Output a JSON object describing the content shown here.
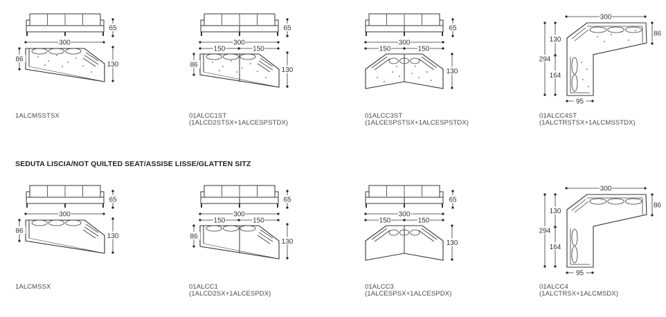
{
  "section_heading": "SEDUTA LISCIA/NOT QUILTED SEAT/ASSISE LISSE/GLATTEN SITZ",
  "rows": [
    {
      "quilted": true,
      "items": [
        {
          "type": "single",
          "code": "1ALCMSSTSX",
          "composition": "",
          "dims": {
            "height": "65",
            "width": "300",
            "depth": "86",
            "total_depth": "130"
          }
        },
        {
          "type": "double",
          "code": "01ALCC1ST",
          "composition": "(1ALCD2STSX+1ALCESPSTDX)",
          "dims": {
            "height": "65",
            "width": "300",
            "half_left": "150",
            "half_right": "150",
            "depth": "86",
            "total_depth": "130"
          }
        },
        {
          "type": "corner-v",
          "code": "01ALCC3ST",
          "composition": "(1ALCESPSTSX+1ALCESPSTDX)",
          "dims": {
            "height": "65",
            "width": "300",
            "half_left": "150",
            "half_right": "150",
            "total_depth": "130"
          }
        },
        {
          "type": "corner-l",
          "code": "01ALCC4ST",
          "composition": "(1ALCTRSTSX+1ALCMSSTDX)",
          "dims": {
            "width": "300",
            "depth": "86",
            "total_length": "294",
            "upper": "130",
            "lower": "164",
            "chaise_width": "95"
          }
        }
      ]
    },
    {
      "quilted": false,
      "items": [
        {
          "type": "single",
          "code": "1ALCMSSX",
          "composition": "",
          "dims": {
            "height": "65",
            "width": "300",
            "depth": "86",
            "total_depth": "130"
          }
        },
        {
          "type": "double",
          "code": "01ALCC1",
          "composition": "(1ALCD2SX+1ALCESPDX)",
          "dims": {
            "height": "65",
            "width": "300",
            "half_left": "150",
            "half_right": "150",
            "depth": "86",
            "total_depth": "130"
          }
        },
        {
          "type": "corner-v",
          "code": "01ALCC3",
          "composition": "(1ALCESPSX+1ALCESPDX)",
          "dims": {
            "height": "65",
            "width": "300",
            "half_left": "150",
            "half_right": "150",
            "total_depth": "130"
          }
        },
        {
          "type": "corner-l",
          "code": "01ALCC4",
          "composition": "(1ALCTRSX+1ALCMSDX)",
          "dims": {
            "width": "300",
            "depth": "86",
            "total_length": "294",
            "upper": "130",
            "lower": "164",
            "chaise_width": "95"
          }
        }
      ]
    }
  ]
}
